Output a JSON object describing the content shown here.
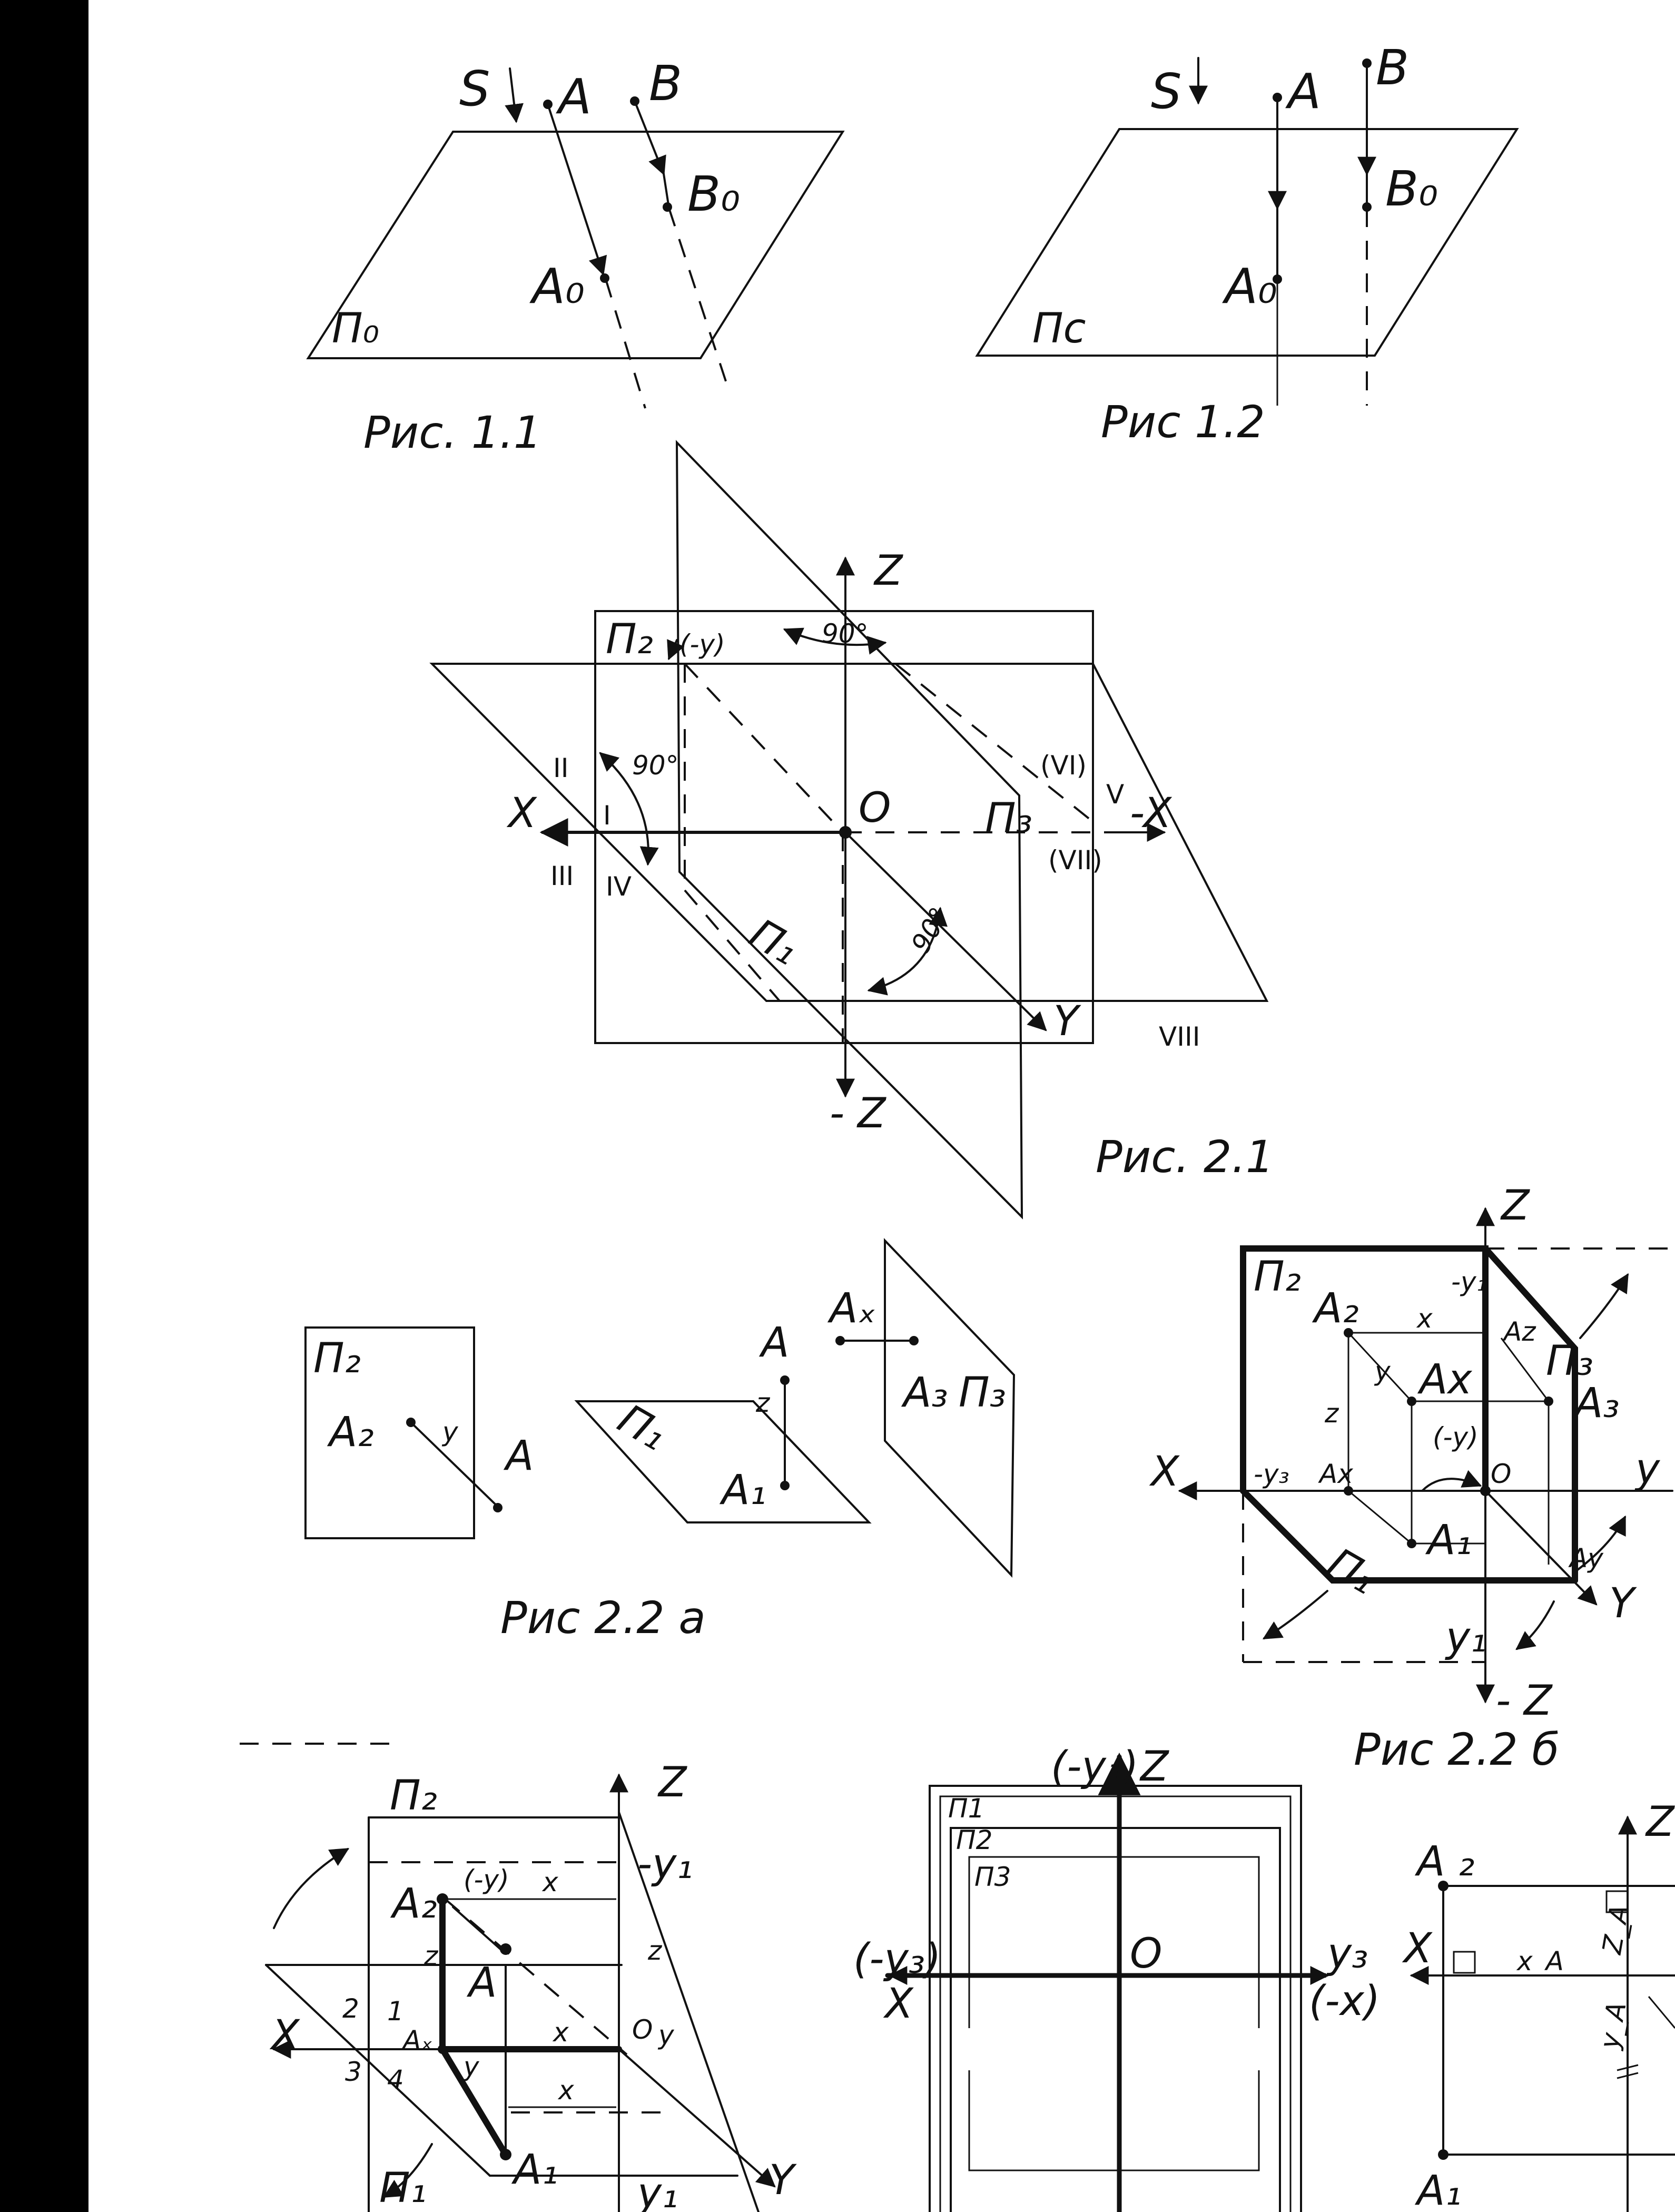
{
  "sheet": {
    "side_bar_color": "#000000",
    "line_color": "#111111"
  },
  "fig11": {
    "caption": "Рис. 1.1",
    "S": "S",
    "A": "A",
    "B": "B",
    "A0": "A₀",
    "B0": "B₀",
    "plane": "П₀"
  },
  "fig12": {
    "caption": "Рис 1.2",
    "S": "S",
    "A": "A",
    "B": "B",
    "A0": "A₀",
    "B0": "B₀",
    "plane": "Пс"
  },
  "fig21": {
    "caption": "Рис. 2.1",
    "Z": "Z",
    "negZ": "- Z",
    "X": "X",
    "negX": "-X",
    "Y": "Y",
    "O": "O",
    "P1": "П₁",
    "P2": "П₂",
    "P3": "П₃",
    "negY": "(-y)",
    "angle_top": "90°",
    "angle_left": "90°",
    "angle_right": "90°",
    "octants": [
      "I",
      "II",
      "III",
      "IV",
      "V",
      "(VI)",
      "(VII)",
      "VIII"
    ]
  },
  "fig22a": {
    "caption": "Рис 2.2 а",
    "P2": "П₂",
    "A2": "A₂",
    "A_left": "A",
    "y": "y",
    "P1": "П₁",
    "A_mid": "A",
    "A1": "A₁",
    "z": "z",
    "Ax": "Aₓ",
    "A3": "A₃",
    "P3": "П₃"
  },
  "fig22b": {
    "caption": "Рис 2.2 б",
    "Z": "Z",
    "negZ": "- Z",
    "X": "X",
    "Y": "Y",
    "y_right": "y",
    "P2": "П₂",
    "P1": "П₁",
    "P3": "П₃",
    "A2": "A₂",
    "Az": "Az",
    "Ax": "Ax",
    "A3": "A₃",
    "A1": "A₁",
    "Ay": "Ay",
    "A_inner": "Ax",
    "negY1": "-y₁",
    "negY3": "-y₃",
    "Y1": "y₁",
    "O": "O",
    "x": "x",
    "y": "y",
    "z": "z",
    "negy": "(-y)"
  },
  "fig23": {
    "P2": "П₂",
    "P1": "П₁",
    "Z": "Z",
    "negY1": "-y₁",
    "Y1": "y₁",
    "X": "X",
    "Y": "Y",
    "O": "O",
    "A2": "A₂",
    "A": "A",
    "Ax": "Aₓ",
    "A1": "A₁",
    "negy": "(-y)",
    "x": "x",
    "y": "y",
    "z": "z",
    "nums": [
      "1",
      "2",
      "3",
      "4"
    ]
  },
  "fig24": {
    "P1": "П1",
    "P2": "П2",
    "P3": "П3",
    "Z": "Z",
    "negY1": "(-y₁)",
    "negY3": "(-y₃)",
    "X": "X",
    "O": "O",
    "Y3": "y₃",
    "negX": "(-x)"
  },
  "fig25": {
    "A2": "A ₂",
    "A1": "A₁",
    "Z": "Z",
    "X": "X",
    "XA": "x_A",
    "ZA": "Z_A",
    "YA": "y_A"
  }
}
